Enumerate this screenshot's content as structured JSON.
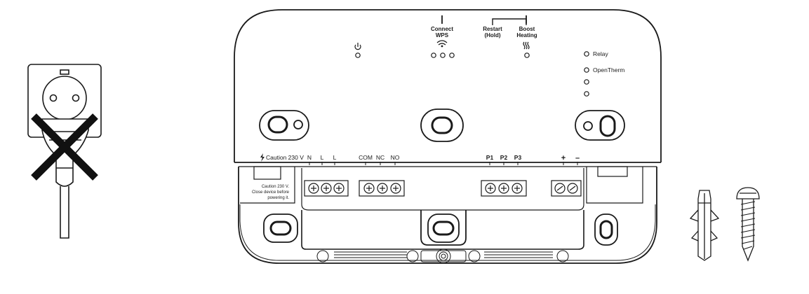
{
  "buttons": {
    "connect": {
      "line1": "Connect",
      "line2": "WPS"
    },
    "restart": {
      "line1": "Restart",
      "line2": "(Hold)"
    },
    "boost": {
      "line1": "Boost",
      "line2": "Heating"
    }
  },
  "leds": {
    "relay": "Relay",
    "opentherm": "OpenTherm"
  },
  "terminals": {
    "caution": "Caution 230 V",
    "n": "N",
    "l1": "L",
    "l2": "L",
    "com": "COM",
    "nc": "NC",
    "no": "NO",
    "p1": "P1",
    "p2": "P2",
    "p3": "P3",
    "plus": "+",
    "minus": "–"
  },
  "warning_label": {
    "line1": "Caution 230 V.",
    "line2": "Close device before",
    "line3": "powering it."
  },
  "icons": [
    "power-icon",
    "wifi-icon",
    "heat-icon",
    "lightning-icon",
    "plug-crossed-icon",
    "wall-plug-icon",
    "screw-icon"
  ],
  "colors": {
    "stroke": "#1a1a1a",
    "panel": "#ffffff",
    "cross": "#111111"
  }
}
